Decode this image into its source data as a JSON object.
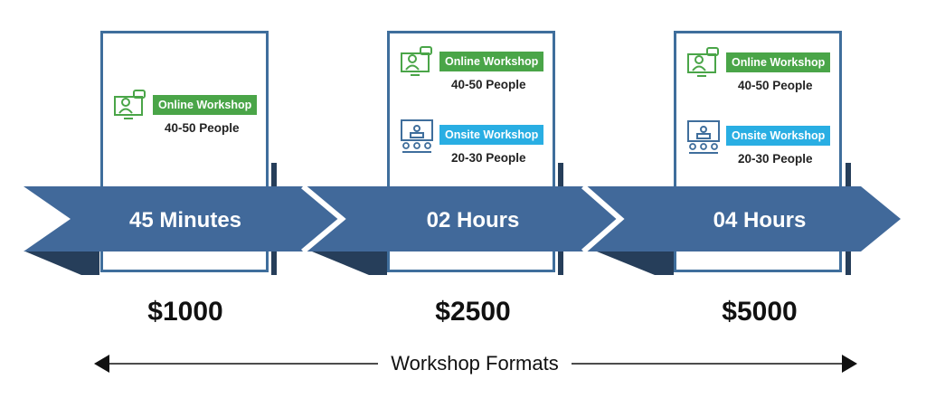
{
  "colors": {
    "arrow": "#41699a",
    "arrow_shadow": "#263e5a",
    "card_border": "#3f6e9c",
    "online_badge": "#4aa548",
    "onsite_badge": "#29aee3"
  },
  "steps": [
    {
      "duration": "45 Minutes",
      "price": "$1000",
      "formats": [
        {
          "type": "online",
          "label": "Online Workshop",
          "people": "40-50 People",
          "icon": "online-presenter-icon"
        }
      ]
    },
    {
      "duration": "02 Hours",
      "price": "$2500",
      "formats": [
        {
          "type": "online",
          "label": "Online Workshop",
          "people": "40-50 People",
          "icon": "online-presenter-icon"
        },
        {
          "type": "onsite",
          "label": "Onsite Workshop",
          "people": "20-30 People",
          "icon": "onsite-meeting-icon"
        }
      ]
    },
    {
      "duration": "04 Hours",
      "price": "$5000",
      "formats": [
        {
          "type": "online",
          "label": "Online Workshop",
          "people": "40-50 People",
          "icon": "online-presenter-icon"
        },
        {
          "type": "onsite",
          "label": "Onsite Workshop",
          "people": "20-30 People",
          "icon": "onsite-meeting-icon"
        }
      ]
    }
  ],
  "footer": {
    "label": "Workshop Formats"
  }
}
